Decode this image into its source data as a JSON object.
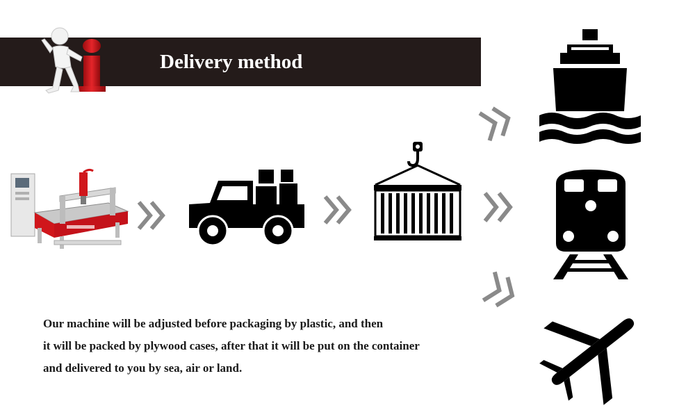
{
  "header": {
    "title": "Delivery method",
    "bar_color": "#241b1a",
    "mascot_icon": "info-mascot-icon"
  },
  "flow": {
    "steps": [
      "cnc-machine-icon",
      "truck-icon",
      "shipping-container-icon"
    ],
    "destinations": [
      "ship-icon",
      "train-icon",
      "airplane-icon"
    ],
    "connector_icon": "double-chevron-icon"
  },
  "description": {
    "lines": [
      "Our machine will be adjusted before packaging by plastic, and then",
      "it will be packed by plywood cases, after that it will be put on the container",
      "and delivered to you by sea, air or land."
    ]
  },
  "colors": {
    "icon": "#000000",
    "accent_red": "#d0161b",
    "arrow_gray": "#8a8a8a"
  }
}
